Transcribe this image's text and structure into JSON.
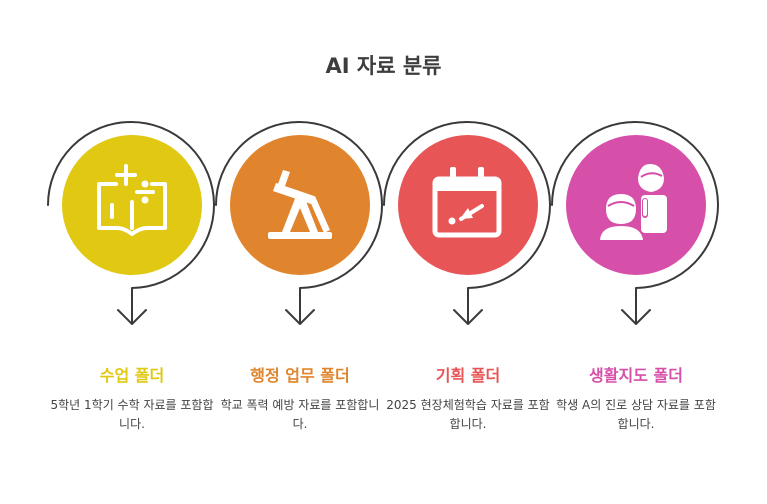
{
  "title": "AI 자료 분류",
  "folders": [
    {
      "label": "수업 폴더",
      "description": "5학년 1학기 수학 자료를 포함합니다.",
      "color": "#e0c813",
      "icon": "book-math-icon"
    },
    {
      "label": "행정 업무 폴더",
      "description": "학교 폭력 예방 자료를 포함합니다.",
      "color": "#e0852d",
      "icon": "pump-jack-icon"
    },
    {
      "label": "기획 폴더",
      "description": "2025 현장체험학습 자료를 포함합니다.",
      "color": "#e85556",
      "icon": "calendar-icon"
    },
    {
      "label": "생활지도 폴더",
      "description": "학생 A의 진로 상담 자료를 포함합니다.",
      "color": "#d64fa9",
      "icon": "counseling-icon"
    }
  ],
  "colors": {
    "ring": "#3a3a3a",
    "title": "#3d3d3d",
    "text": "#444444"
  }
}
